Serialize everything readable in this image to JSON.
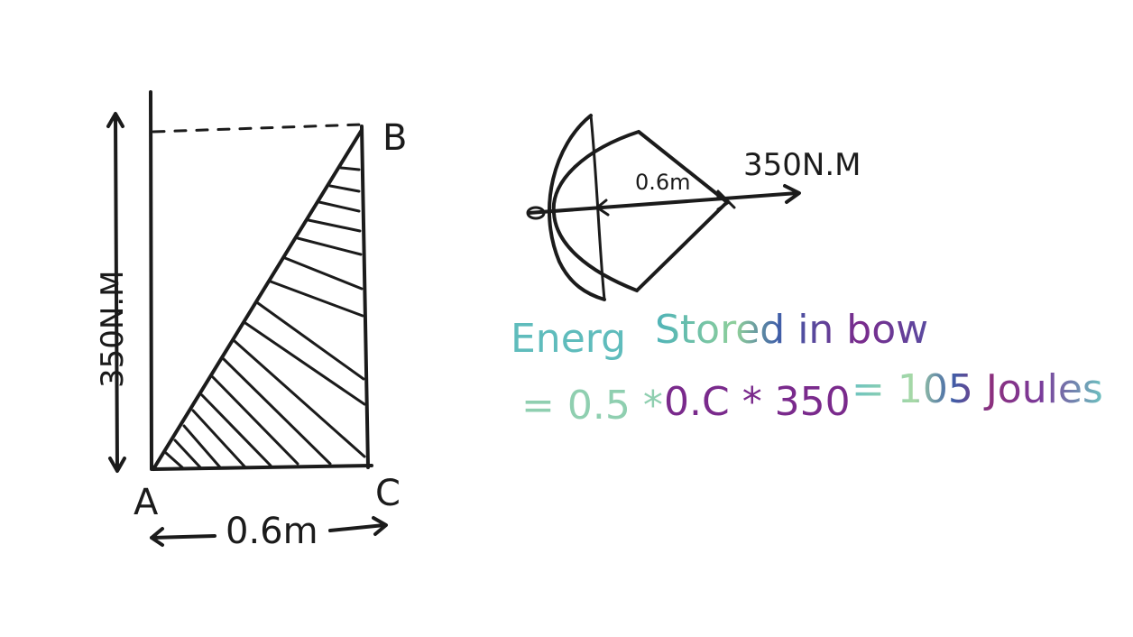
{
  "triangle_diagram": {
    "point_a": "A",
    "point_b": "B",
    "point_c": "C",
    "vertical_label": "350N.M",
    "horizontal_label": "0.6m"
  },
  "bow_diagram": {
    "draw_label": "0.6m",
    "force_label": "350N.M"
  },
  "equation": {
    "line1_word1": "Energ",
    "line1_word2": "Stored in bow",
    "line2_part1": "= 0.5 *",
    "line2_part2": "0.C * 350",
    "line2_part3": "= 105 Joules"
  },
  "colors": {
    "ink": "#1b1b1b",
    "teal": "#4fb3b8",
    "green": "#8fcf9a",
    "blue": "#3f5fa8",
    "purple": "#7a2a8c",
    "magenta": "#8c2f7d"
  }
}
